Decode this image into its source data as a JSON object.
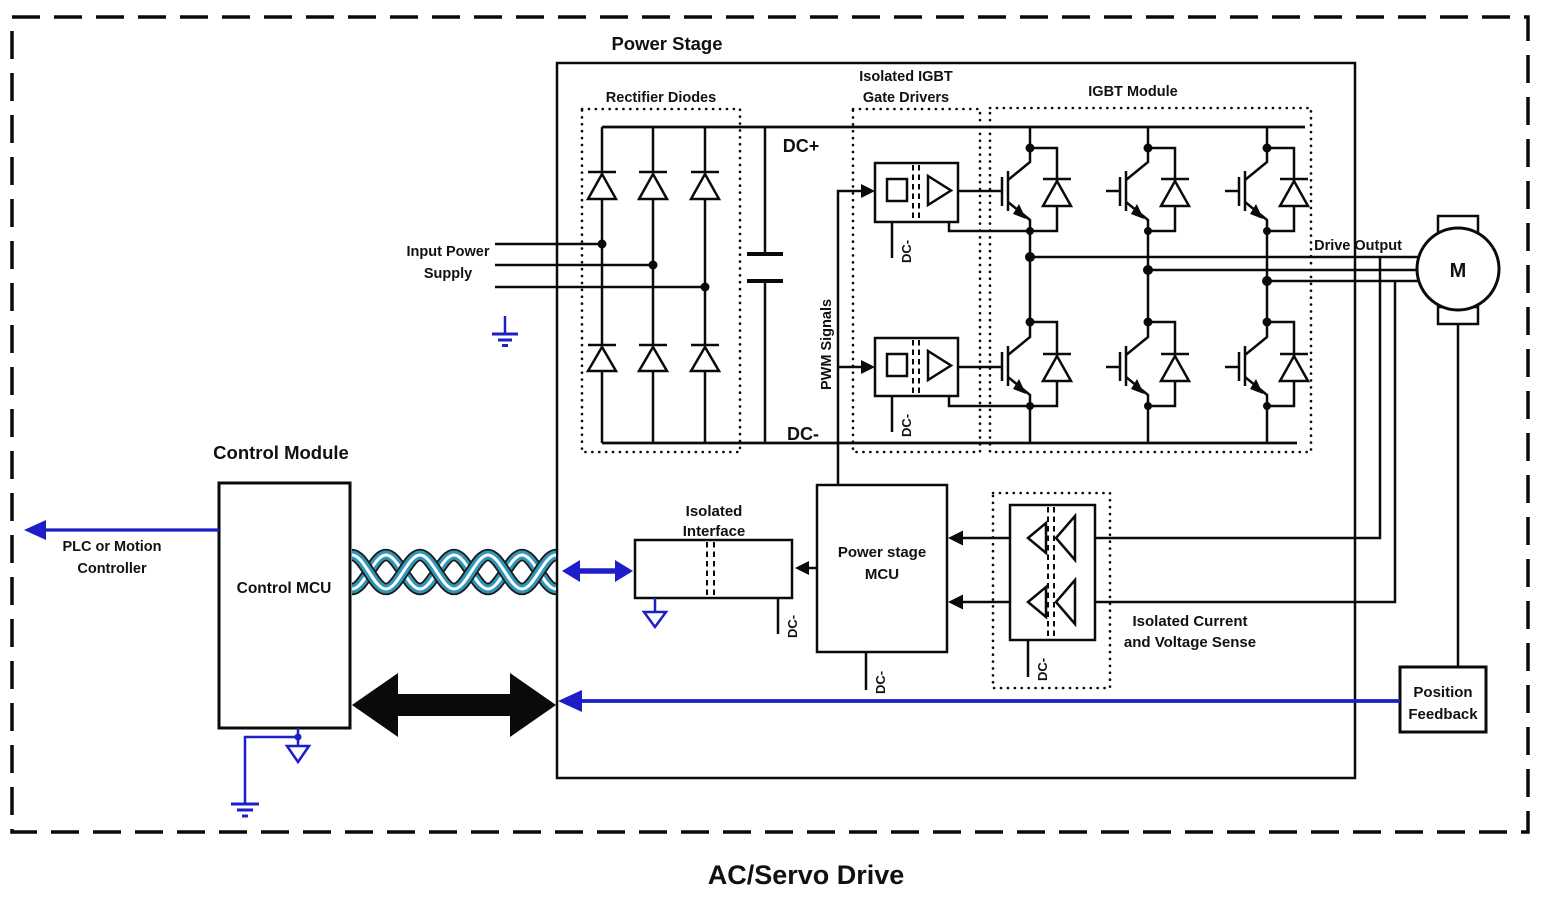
{
  "title": "AC/Servo Drive",
  "power_stage": {
    "label": "Power Stage"
  },
  "rectifier": {
    "label": "Rectifier Diodes"
  },
  "gate_drivers": {
    "line1": "Isolated IGBT",
    "line2": "Gate Drivers"
  },
  "igbt_module": {
    "label": "IGBT Module"
  },
  "rails": {
    "dc_plus": "DC+",
    "dc_minus": "DC-"
  },
  "pwm_label": "PWM Signals",
  "input_power": {
    "line1": "Input Power",
    "line2": "Supply"
  },
  "drive_output": "Drive Output",
  "motor_label": "M",
  "control_module": {
    "label": "Control Module",
    "mcu_label": "Control MCU"
  },
  "plc": {
    "line1": "PLC or Motion",
    "line2": "Controller"
  },
  "isolated_interface": {
    "line1": "Isolated",
    "line2": "Interface"
  },
  "power_stage_mcu": {
    "line1": "Power stage",
    "line2": "MCU"
  },
  "current_voltage_sense": {
    "line1": "Isolated Current",
    "line2": "and Voltage Sense"
  },
  "position_feedback": {
    "line1": "Position",
    "line2": "Feedback"
  },
  "colors": {
    "line_black": "#0a0a0a",
    "signal_blue": "#1e1ec8",
    "twisted_pair_teal": "#2f96b8"
  }
}
